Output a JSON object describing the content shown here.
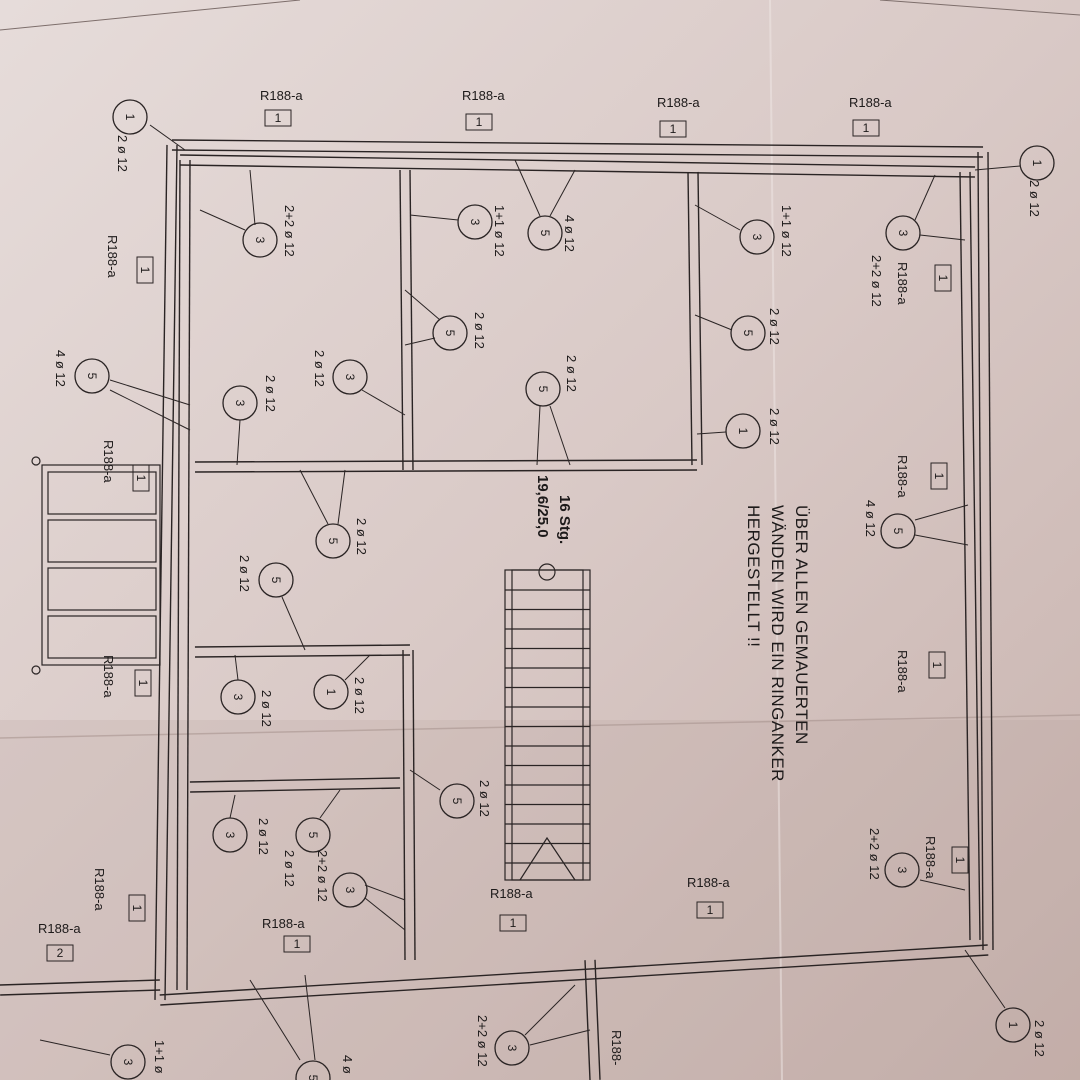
{
  "note": {
    "lines": [
      "ÜBER ALLEN GEMAUERTEN",
      "WÄNDEN WIRD EIN RINGANKER",
      "HERGESTELLT !!"
    ]
  },
  "stair_stamp": {
    "line1": "16 Stg.",
    "line2": "19,6/25,0"
  },
  "supports": [
    {
      "num": "1",
      "rebar": "2 ø 12"
    },
    {
      "num": "3",
      "rebar": "2+2 ø 12"
    },
    {
      "num": "3",
      "rebar": "1+1 ø 12"
    },
    {
      "num": "5",
      "rebar": "4 ø 12"
    },
    {
      "num": "3",
      "rebar": "1+1 ø 12"
    },
    {
      "num": "3",
      "rebar": "2+2 ø 12"
    },
    {
      "num": "1",
      "rebar": "2 ø 12"
    },
    {
      "num": "5",
      "rebar": "2 ø 12"
    },
    {
      "num": "5",
      "rebar": "2 ø 12"
    },
    {
      "num": "3",
      "rebar": "2 ø 12"
    },
    {
      "num": "5",
      "rebar": "2 ø 12"
    },
    {
      "num": "3",
      "rebar": "2 ø 12"
    },
    {
      "num": "5",
      "rebar": "4 ø 12"
    },
    {
      "num": "1",
      "rebar": "2 ø 12"
    },
    {
      "num": "5",
      "rebar": "4 ø 12"
    },
    {
      "num": "5",
      "rebar": "2 ø 12"
    },
    {
      "num": "5",
      "rebar": "2 ø 12"
    },
    {
      "num": "1",
      "rebar": "2 ø 12"
    },
    {
      "num": "3",
      "rebar": "2 ø 12"
    },
    {
      "num": "5",
      "rebar": "2 ø 12"
    },
    {
      "num": "3",
      "rebar": "2 ø 12"
    },
    {
      "num": "5",
      "rebar": "2 ø 12"
    },
    {
      "num": "3",
      "rebar": "2+2 ø 12"
    },
    {
      "num": "3",
      "rebar": "2+2 ø 12"
    },
    {
      "num": "1",
      "rebar": "2 ø 12"
    },
    {
      "num": "3",
      "rebar": "2+2 ø 12"
    },
    {
      "num": "3",
      "rebar": "1+1 ø"
    },
    {
      "num": "5",
      "rebar": "4 ø"
    }
  ],
  "lintels": [
    {
      "type": "R188-a",
      "count": "1"
    },
    {
      "type": "R188-a",
      "count": "1"
    },
    {
      "type": "R188-a",
      "count": "1"
    },
    {
      "type": "R188-a",
      "count": "1"
    },
    {
      "type": "R188-a",
      "count": "1"
    },
    {
      "type": "R188-a",
      "count": "1"
    },
    {
      "type": "R188-a",
      "count": "1"
    },
    {
      "type": "R188-a",
      "count": "1"
    },
    {
      "type": "R188-a",
      "count": "1"
    },
    {
      "type": "R188-a",
      "count": "1"
    },
    {
      "type": "R188-a",
      "count": "1"
    },
    {
      "type": "R188-a",
      "count": "1"
    },
    {
      "type": "R188-a",
      "count": "1"
    },
    {
      "type": "R188-a",
      "count": "2"
    },
    {
      "type": "R188-a",
      "count": "1"
    },
    {
      "type": "R188-a",
      "count": "1"
    },
    {
      "type": "R188-",
      "count": ""
    }
  ],
  "colors": {
    "paper": "#d8cac7",
    "ink": "#1d1a1a"
  }
}
